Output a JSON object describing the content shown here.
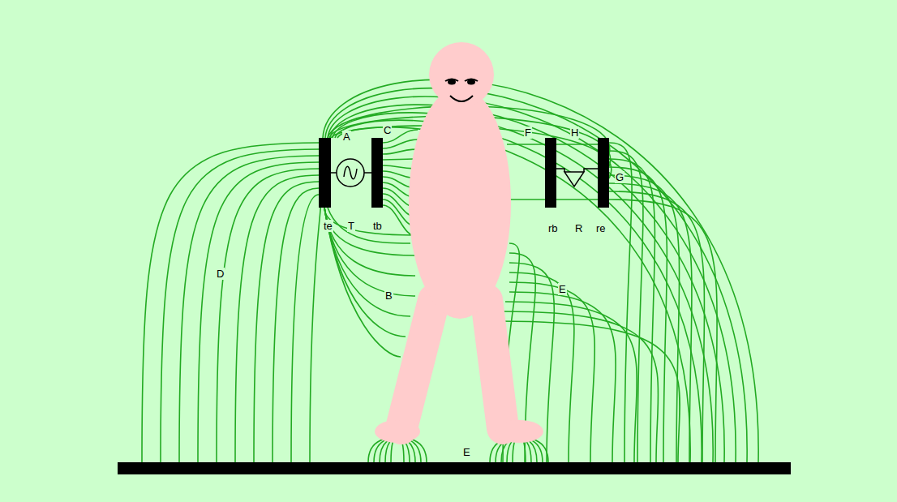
{
  "diagram": {
    "labels": [
      "A",
      "C",
      "F",
      "H",
      "G",
      "te",
      "T",
      "tb",
      "rb",
      "R",
      "re",
      "D",
      "E",
      "B",
      "E"
    ]
  }
}
